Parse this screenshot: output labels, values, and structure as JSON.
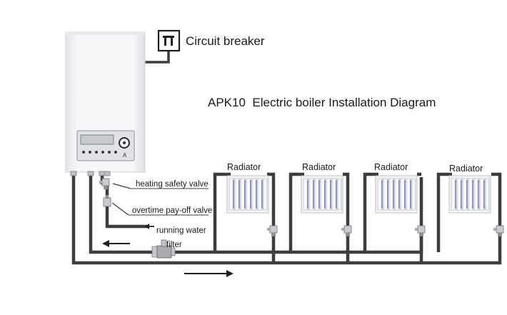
{
  "diagram": {
    "title": "APK10  Electric boiler Installation Diagram",
    "circuit_breaker_label": "Circuit breaker",
    "valve_labels": {
      "heating_safety_valve": "heating safety valve",
      "overtime_payoff_valve": "overtime pay-off valve",
      "running_water": "running water",
      "filter": "filter"
    },
    "radiators": [
      {
        "label": "Radiator"
      },
      {
        "label": "Radiator"
      },
      {
        "label": "Radiator"
      },
      {
        "label": "Radiator"
      }
    ],
    "flow_arrows": [
      "left",
      "right"
    ],
    "colors": {
      "pipe": "#3d3d3d",
      "boiler_body": "#f4f4f6",
      "radiator_fin": "#9ea3b5",
      "text": "#1a1a1a"
    }
  }
}
